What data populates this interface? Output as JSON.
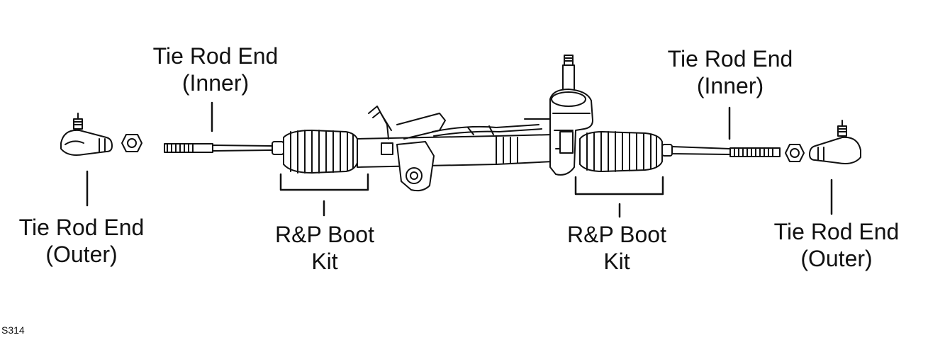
{
  "labels": {
    "inner_left": {
      "line1": "Tie Rod End",
      "line2": "(Inner)"
    },
    "outer_left": {
      "line1": "Tie Rod End",
      "line2": "(Outer)"
    },
    "boot_left": {
      "line1": "R&P Boot",
      "line2": "Kit"
    },
    "boot_right": {
      "line1": "R&P Boot",
      "line2": "Kit"
    },
    "inner_right": {
      "line1": "Tie Rod End",
      "line2": "(Inner)"
    },
    "outer_right": {
      "line1": "Tie Rod End",
      "line2": "(Outer)"
    }
  },
  "figure_code": "S314",
  "colors": {
    "ink": "#111111",
    "background": "#ffffff"
  }
}
